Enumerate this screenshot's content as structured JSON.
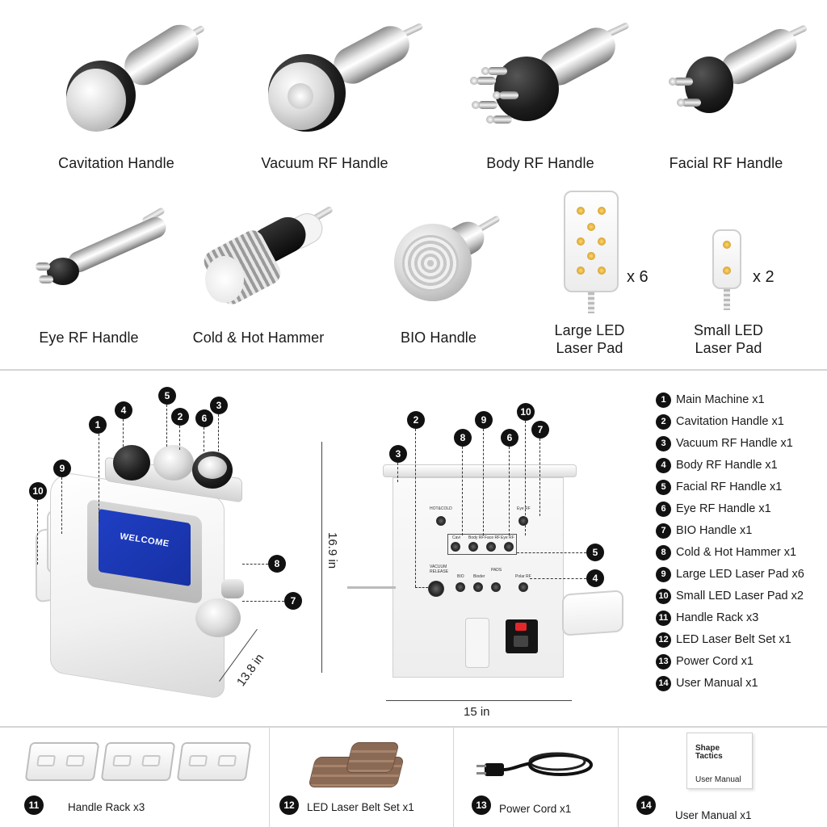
{
  "accessories": [
    {
      "label": "Cavitation Handle"
    },
    {
      "label": "Vacuum RF Handle"
    },
    {
      "label": "Body RF Handle"
    },
    {
      "label": "Facial RF Handle"
    },
    {
      "label": "Eye RF Handle"
    },
    {
      "label": "Cold & Hot Hammer"
    },
    {
      "label": "BIO Handle"
    },
    {
      "label": "Large LED\nLaser Pad",
      "qty": "x 6"
    },
    {
      "label": "Small LED\nLaser Pad",
      "qty": "x 2"
    }
  ],
  "machine_front": {
    "screen_text": "WELCOME",
    "callouts": [
      "1",
      "2",
      "3",
      "4",
      "5",
      "6",
      "7",
      "8",
      "9",
      "10"
    ]
  },
  "dimensions": {
    "height": "16.9 in",
    "depth": "13.8 in",
    "width": "15 in"
  },
  "machine_back": {
    "port_labels": [
      "HOT&COLD",
      "Eye RF",
      "Cavi",
      "Body RF",
      "Face RF",
      "Eye RF",
      "VACUUM\nRELEASE",
      "BIO",
      "Bioder",
      "PADS",
      "Polar RF"
    ],
    "callouts": [
      "2",
      "3",
      "8",
      "9",
      "6",
      "10",
      "7",
      "5",
      "4"
    ]
  },
  "package_list": [
    {
      "num": "1",
      "text": "Main Machine  x1"
    },
    {
      "num": "2",
      "text": "Cavitation Handle  x1"
    },
    {
      "num": "3",
      "text": "Vacuum RF Handle  x1"
    },
    {
      "num": "4",
      "text": "Body RF Handle  x1"
    },
    {
      "num": "5",
      "text": "Facial RF Handle  x1"
    },
    {
      "num": "6",
      "text": "Eye RF Handle  x1"
    },
    {
      "num": "7",
      "text": "BIO Handle  x1"
    },
    {
      "num": "8",
      "text": "Cold & Hot Hammer x1"
    },
    {
      "num": "9",
      "text": "Large LED Laser Pad  x6"
    },
    {
      "num": "10",
      "text": "Small LED Laser Pad  x2"
    },
    {
      "num": "11",
      "text": "Handle Rack  x3"
    },
    {
      "num": "12",
      "text": "LED Laser Belt Set  x1"
    },
    {
      "num": "13",
      "text": "Power Cord  x1"
    },
    {
      "num": "14",
      "text": "User Manual  x1"
    }
  ],
  "bottom_items": [
    {
      "num": "11",
      "label": "Handle Rack x3"
    },
    {
      "num": "12",
      "label": "LED Laser Belt Set x1"
    },
    {
      "num": "13",
      "label": "Power Cord x1"
    },
    {
      "num": "14",
      "label": "User Manual x1",
      "manual_title": "Shape\nTactics",
      "manual_sub": "User Manual"
    }
  ]
}
